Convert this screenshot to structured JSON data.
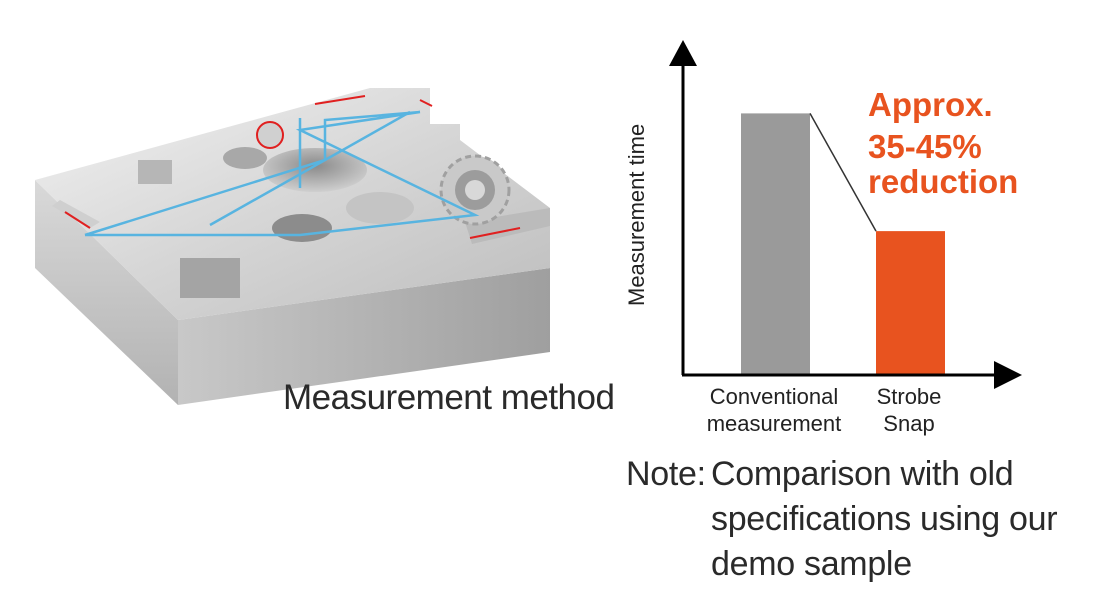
{
  "figure": {
    "method_caption": "Measurement method",
    "note_prefix": "Note:",
    "note_lines": [
      "Comparison with old",
      "specifications using our",
      "demo sample"
    ],
    "annotation_lines": [
      "Approx.",
      "35-45%",
      "reduction"
    ]
  },
  "chart_data": {
    "type": "bar",
    "categories": [
      [
        "Conventional",
        "measurement"
      ],
      [
        "Strobe",
        "Snap"
      ]
    ],
    "values": [
      100,
      55
    ],
    "title": "",
    "xlabel": "",
    "ylabel": "Measurement time",
    "ylim": [
      0,
      125
    ],
    "grid": false,
    "legend": "none",
    "annotation": "Approx. 35-45% reduction",
    "colors": {
      "conventional": "#9a9a9a",
      "strobe": "#e8531f",
      "arrow": "#58b4e0",
      "accent": "#e8531f"
    }
  }
}
